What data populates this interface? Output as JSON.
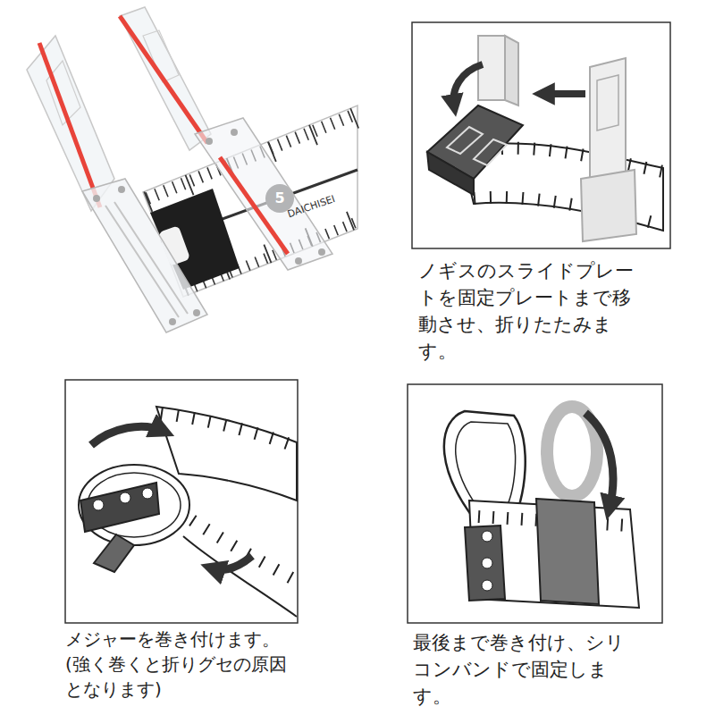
{
  "diagram": {
    "labels": [
      "5",
      "DAICHISEI",
      "ノギスのスライドプレートを固定プレートまで移動させ、折りたたみます。",
      "メジャーを巻き付けます。",
      "(強く巻くと折りグセの原因となります)",
      "最後まで巻き付け、シリコンバンドで固定します。"
    ]
  }
}
